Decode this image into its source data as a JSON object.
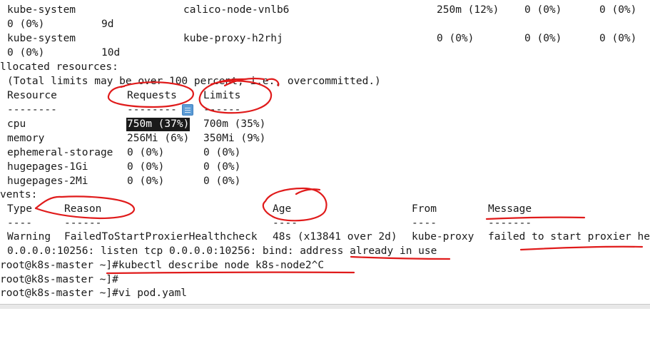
{
  "pods": [
    {
      "namespace": "kube-system",
      "name": "calico-node-vnlb6",
      "cpu_requests": "250m (12%)",
      "cpu_limits": "0 (0%)",
      "memory_requests": "0 (0%)",
      "memory_limits": "0 (0%)",
      "age": "9d"
    },
    {
      "namespace": "kube-system",
      "name": "kube-proxy-h2rhj",
      "cpu_requests": "0 (0%)",
      "cpu_limits": "0 (0%)",
      "memory_requests": "0 (0%)",
      "memory_limits": "0 (0%)",
      "age": "10d"
    }
  ],
  "allocated": {
    "heading": "llocated resources:",
    "note": "(Total limits may be over 100 percent, i.e., overcommitted.)",
    "header": {
      "resource": "Resource",
      "requests": "Requests",
      "limits": "Limits"
    },
    "dashes": {
      "resource": "--------",
      "requests": "--------",
      "limits": "------"
    },
    "rows": [
      {
        "resource": "cpu",
        "requests": "750m (37%)",
        "limits": "700m (35%)"
      },
      {
        "resource": "memory",
        "requests": "256Mi (6%)",
        "limits": "350Mi (9%)"
      },
      {
        "resource": "ephemeral-storage",
        "requests": "0 (0%)",
        "limits": "0 (0%)"
      },
      {
        "resource": "hugepages-1Gi",
        "requests": "0 (0%)",
        "limits": "0 (0%)"
      },
      {
        "resource": "hugepages-2Mi",
        "requests": "0 (0%)",
        "limits": "0 (0%)"
      }
    ]
  },
  "events": {
    "heading": "vents:",
    "header": {
      "type": "Type",
      "reason": "Reason",
      "age": "Age",
      "from": "From",
      "message": "Message"
    },
    "dashes": {
      "type": "----",
      "reason": "------",
      "age": "----",
      "from": "----",
      "message": "-------"
    },
    "rows": [
      {
        "type": "Warning",
        "reason": "FailedToStartProxierHealthcheck",
        "age": "48s (x13841 over 2d)",
        "from": "kube-proxy",
        "message": "failed to start proxier he"
      }
    ],
    "continuation": "0.0.0.0:10256: listen tcp 0.0.0.0:10256: bind: address already in use"
  },
  "prompts": [
    {
      "prompt": "root@k8s-master ~]#",
      "command": "kubectl describe node k8s-node2^C"
    },
    {
      "prompt": "root@k8s-master ~]#",
      "command": ""
    },
    {
      "prompt": "root@k8s-master ~]#",
      "command": "vi pod.yaml"
    }
  ],
  "theme": {
    "background": "#ffffff",
    "text": "#1a1a1a",
    "annotation": "#e01b1b",
    "selection": "#1a1a1a"
  }
}
